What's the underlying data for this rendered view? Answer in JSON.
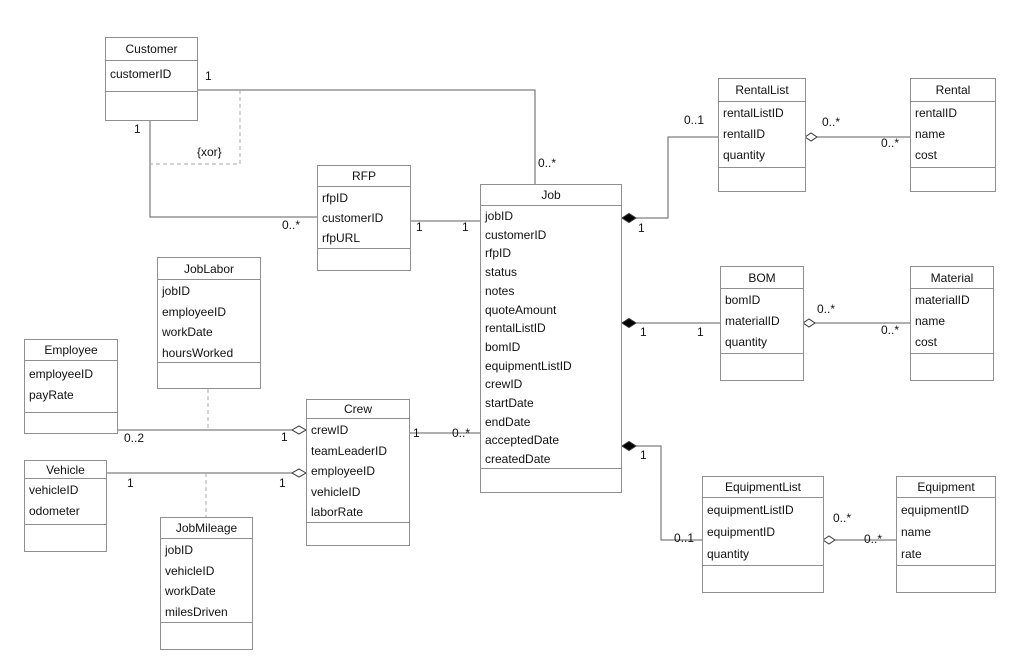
{
  "diagram": {
    "type": "uml-class-diagram",
    "background_color": "#ffffff",
    "box_border_color": "#8f8f8f",
    "edge_color": "#5f5f5f",
    "dashed_edge_color": "#a8a8a8",
    "text_color": "#111111"
  },
  "entities": {
    "customer": {
      "name": "Customer",
      "attributes": [
        "customerID"
      ]
    },
    "rfp": {
      "name": "RFP",
      "attributes": [
        "rfpID",
        "customerID",
        "rfpURL"
      ]
    },
    "job": {
      "name": "Job",
      "attributes": [
        "jobID",
        "customerID",
        "rfpID",
        "status",
        "notes",
        "quoteAmount",
        "rentalListID",
        "bomID",
        "equipmentListID",
        "crewID",
        "startDate",
        "endDate",
        "acceptedDate",
        "createdDate"
      ]
    },
    "rentallist": {
      "name": "RentalList",
      "attributes": [
        "rentalListID",
        "rentalID",
        "quantity"
      ]
    },
    "rental": {
      "name": "Rental",
      "attributes": [
        "rentalID",
        "name",
        "cost"
      ]
    },
    "bom": {
      "name": "BOM",
      "attributes": [
        "bomID",
        "materialID",
        "quantity"
      ]
    },
    "material": {
      "name": "Material",
      "attributes": [
        "materialID",
        "name",
        "cost"
      ]
    },
    "equipmentlist": {
      "name": "EquipmentList",
      "attributes": [
        "equipmentListID",
        "equipmentID",
        "quantity"
      ]
    },
    "equipment": {
      "name": "Equipment",
      "attributes": [
        "equipmentID",
        "name",
        "rate"
      ]
    },
    "joblabor": {
      "name": "JobLabor",
      "attributes": [
        "jobID",
        "employeeID",
        "workDate",
        "hoursWorked"
      ]
    },
    "employee": {
      "name": "Employee",
      "attributes": [
        "employeeID",
        "payRate"
      ]
    },
    "crew": {
      "name": "Crew",
      "attributes": [
        "crewID",
        "teamLeaderID",
        "employeeID",
        "vehicleID",
        "laborRate"
      ]
    },
    "vehicle": {
      "name": "Vehicle",
      "attributes": [
        "vehicleID",
        "odometer"
      ]
    },
    "jobmileage": {
      "name": "JobMileage",
      "attributes": [
        "jobID",
        "vehicleID",
        "workDate",
        "milesDriven"
      ]
    }
  },
  "relationships": [
    {
      "id": "customer-job",
      "from": "Customer",
      "to": "Job",
      "from_multiplicity": "1",
      "to_multiplicity": "0..*",
      "type": "association"
    },
    {
      "id": "customer-rfp",
      "from": "Customer",
      "to": "RFP",
      "from_multiplicity": "1",
      "to_multiplicity": "0..*",
      "type": "association",
      "constraint": "{xor}"
    },
    {
      "id": "rfp-job",
      "from": "RFP",
      "to": "Job",
      "from_multiplicity": "1",
      "to_multiplicity": "1",
      "type": "association"
    },
    {
      "id": "job-rentallist",
      "from": "Job",
      "to": "RentalList",
      "from_multiplicity": "1",
      "to_multiplicity": "0..1",
      "type": "composition"
    },
    {
      "id": "rentallist-rental",
      "from": "RentalList",
      "to": "Rental",
      "from_multiplicity": "0..*",
      "to_multiplicity": "0..*",
      "type": "aggregation"
    },
    {
      "id": "job-bom",
      "from": "Job",
      "to": "BOM",
      "from_multiplicity": "1",
      "to_multiplicity": "1",
      "type": "composition"
    },
    {
      "id": "bom-material",
      "from": "BOM",
      "to": "Material",
      "from_multiplicity": "0..*",
      "to_multiplicity": "0..*",
      "type": "aggregation"
    },
    {
      "id": "job-equipmentlist",
      "from": "Job",
      "to": "EquipmentList",
      "from_multiplicity": "1",
      "to_multiplicity": "0..1",
      "type": "composition"
    },
    {
      "id": "equipmentlist-equipment",
      "from": "EquipmentList",
      "to": "Equipment",
      "from_multiplicity": "0..*",
      "to_multiplicity": "0..*",
      "type": "aggregation"
    },
    {
      "id": "employee-crew",
      "from": "Employee",
      "to": "Crew",
      "from_multiplicity": "0..2",
      "to_multiplicity": "1",
      "type": "aggregation",
      "association_class": "JobLabor"
    },
    {
      "id": "vehicle-crew",
      "from": "Vehicle",
      "to": "Crew",
      "from_multiplicity": "1",
      "to_multiplicity": "1",
      "type": "aggregation",
      "association_class": "JobMileage"
    },
    {
      "id": "crew-job",
      "from": "Crew",
      "to": "Job",
      "from_multiplicity": "1",
      "to_multiplicity": "0..*",
      "type": "association"
    }
  ]
}
